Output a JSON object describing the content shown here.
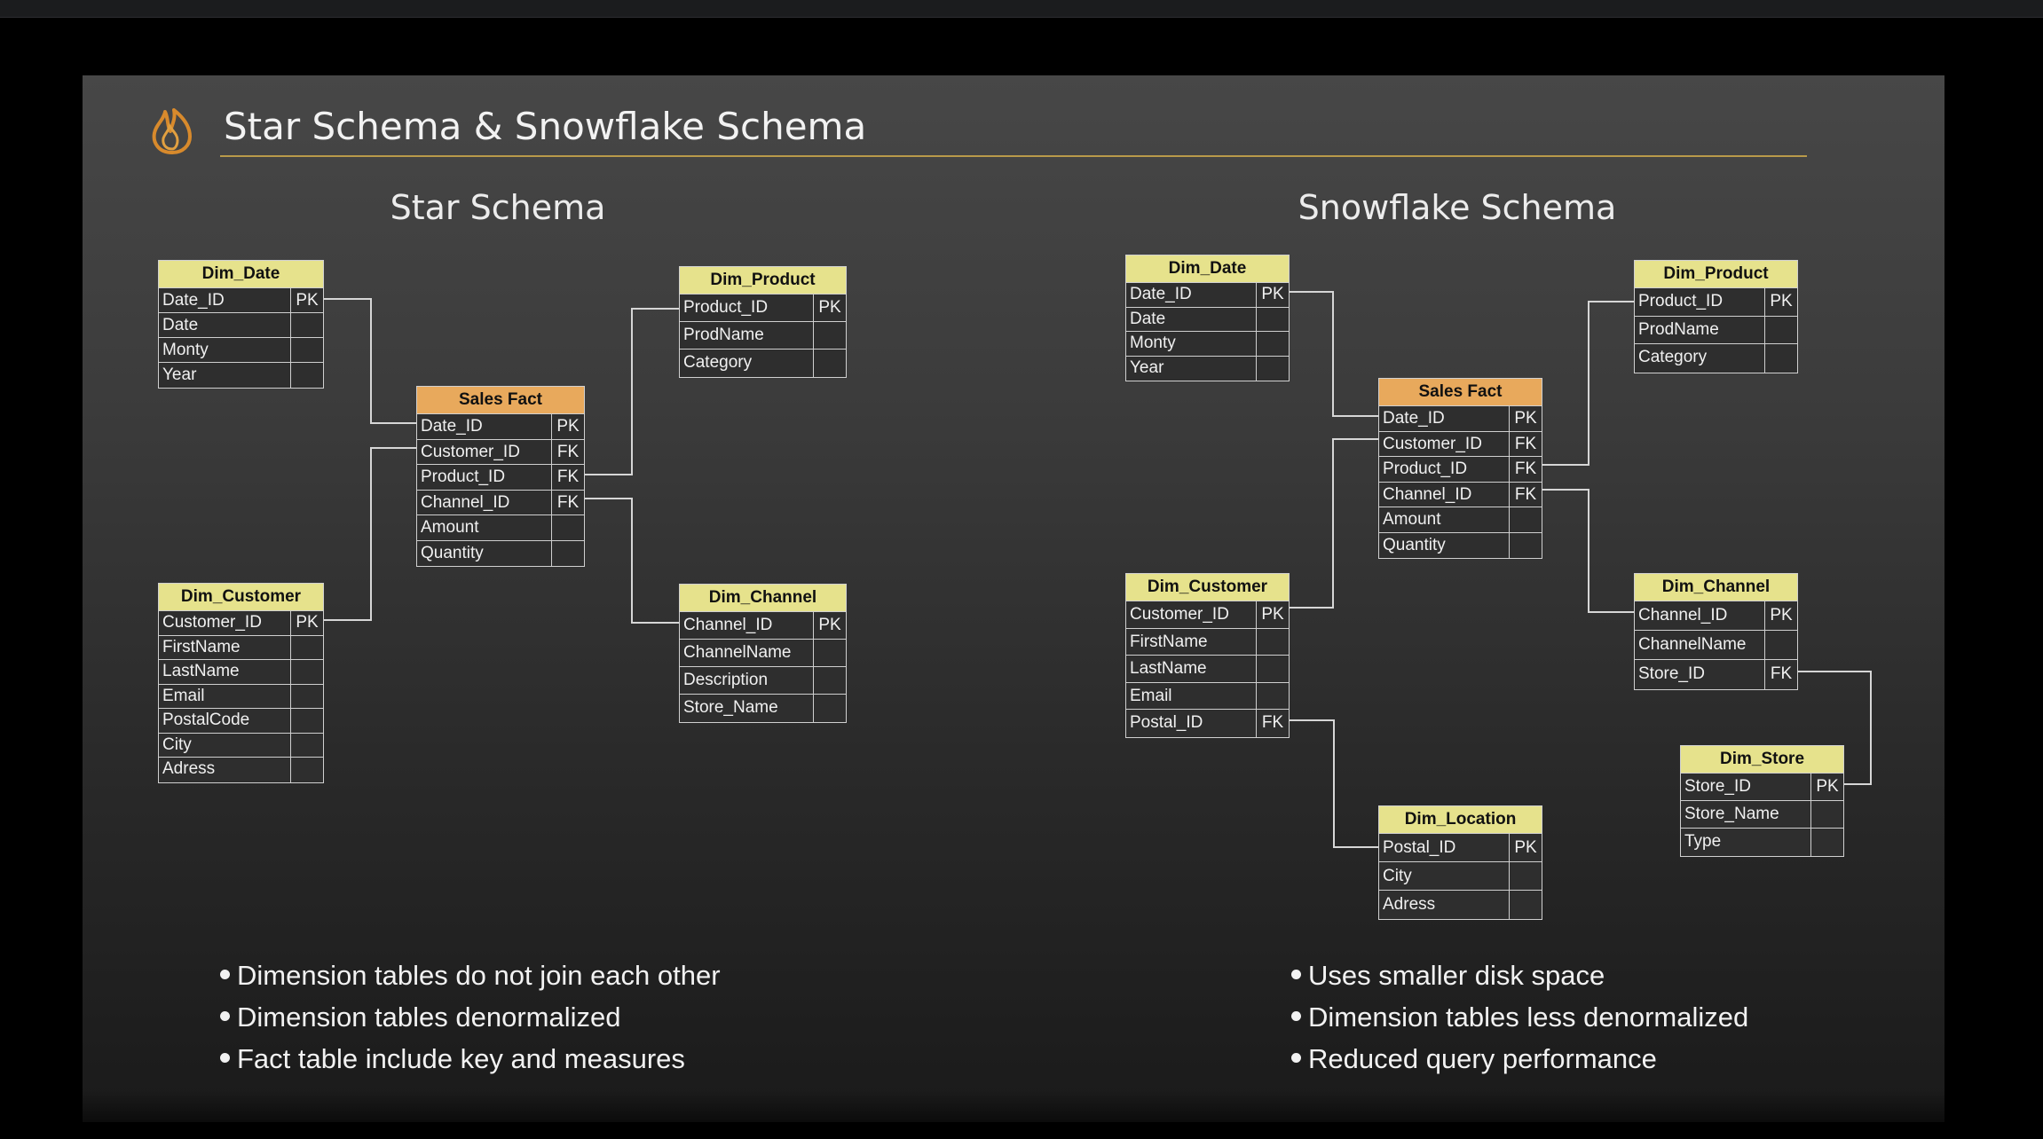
{
  "slide": {
    "title": "Star Schema & Snowflake Schema",
    "accent_color": "#b89a4a",
    "logo_icon": "flame-logo-icon"
  },
  "star": {
    "title": "Star Schema",
    "tables": [
      {
        "id": "dim_date",
        "name": "Dim_Date",
        "kind": "dimension",
        "rows": [
          {
            "field": "Date_ID",
            "key": "PK"
          },
          {
            "field": "Date",
            "key": ""
          },
          {
            "field": "Monty",
            "key": ""
          },
          {
            "field": "Year",
            "key": ""
          }
        ]
      },
      {
        "id": "sales_fact",
        "name": "Sales Fact",
        "kind": "fact",
        "rows": [
          {
            "field": "Date_ID",
            "key": "PK"
          },
          {
            "field": "Customer_ID",
            "key": "FK"
          },
          {
            "field": "Product_ID",
            "key": "FK"
          },
          {
            "field": "Channel_ID",
            "key": "FK"
          },
          {
            "field": "Amount",
            "key": ""
          },
          {
            "field": "Quantity",
            "key": ""
          }
        ]
      },
      {
        "id": "dim_product",
        "name": "Dim_Product",
        "kind": "dimension",
        "rows": [
          {
            "field": "Product_ID",
            "key": "PK"
          },
          {
            "field": "ProdName",
            "key": ""
          },
          {
            "field": "Category",
            "key": ""
          }
        ]
      },
      {
        "id": "dim_customer",
        "name": "Dim_Customer",
        "kind": "dimension",
        "rows": [
          {
            "field": "Customer_ID",
            "key": "PK"
          },
          {
            "field": "FirstName",
            "key": ""
          },
          {
            "field": "LastName",
            "key": ""
          },
          {
            "field": "Email",
            "key": ""
          },
          {
            "field": "PostalCode",
            "key": ""
          },
          {
            "field": "City",
            "key": ""
          },
          {
            "field": "Adress",
            "key": ""
          }
        ]
      },
      {
        "id": "dim_channel",
        "name": "Dim_Channel",
        "kind": "dimension",
        "rows": [
          {
            "field": "Channel_ID",
            "key": "PK"
          },
          {
            "field": "ChannelName",
            "key": ""
          },
          {
            "field": "Description",
            "key": ""
          },
          {
            "field": "Store_Name",
            "key": ""
          }
        ]
      }
    ],
    "bullets": [
      "Dimension tables do not join each other",
      "Dimension tables denormalized",
      "Fact table include key and measures"
    ]
  },
  "snowflake": {
    "title": "Snowflake Schema",
    "tables": [
      {
        "id": "dim_date",
        "name": "Dim_Date",
        "kind": "dimension",
        "rows": [
          {
            "field": "Date_ID",
            "key": "PK"
          },
          {
            "field": "Date",
            "key": ""
          },
          {
            "field": "Monty",
            "key": ""
          },
          {
            "field": "Year",
            "key": ""
          }
        ]
      },
      {
        "id": "sales_fact",
        "name": "Sales Fact",
        "kind": "fact",
        "rows": [
          {
            "field": "Date_ID",
            "key": "PK"
          },
          {
            "field": "Customer_ID",
            "key": "FK"
          },
          {
            "field": "Product_ID",
            "key": "FK"
          },
          {
            "field": "Channel_ID",
            "key": "FK"
          },
          {
            "field": "Amount",
            "key": ""
          },
          {
            "field": "Quantity",
            "key": ""
          }
        ]
      },
      {
        "id": "dim_product",
        "name": "Dim_Product",
        "kind": "dimension",
        "rows": [
          {
            "field": "Product_ID",
            "key": "PK"
          },
          {
            "field": "ProdName",
            "key": ""
          },
          {
            "field": "Category",
            "key": ""
          }
        ]
      },
      {
        "id": "dim_customer",
        "name": "Dim_Customer",
        "kind": "dimension",
        "rows": [
          {
            "field": "Customer_ID",
            "key": "PK"
          },
          {
            "field": "FirstName",
            "key": ""
          },
          {
            "field": "LastName",
            "key": ""
          },
          {
            "field": "Email",
            "key": ""
          },
          {
            "field": "Postal_ID",
            "key": "FK"
          }
        ]
      },
      {
        "id": "dim_channel",
        "name": "Dim_Channel",
        "kind": "dimension",
        "rows": [
          {
            "field": "Channel_ID",
            "key": "PK"
          },
          {
            "field": "ChannelName",
            "key": ""
          },
          {
            "field": "Store_ID",
            "key": "FK"
          }
        ]
      },
      {
        "id": "dim_store",
        "name": "Dim_Store",
        "kind": "dimension",
        "rows": [
          {
            "field": "Store_ID",
            "key": "PK"
          },
          {
            "field": "Store_Name",
            "key": ""
          },
          {
            "field": "Type",
            "key": ""
          }
        ]
      },
      {
        "id": "dim_location",
        "name": "Dim_Location",
        "kind": "dimension",
        "rows": [
          {
            "field": "Postal_ID",
            "key": "PK"
          },
          {
            "field": "City",
            "key": ""
          },
          {
            "field": "Adress",
            "key": ""
          }
        ]
      }
    ],
    "bullets": [
      "Uses smaller disk space",
      "Dimension tables less denormalized",
      "Reduced query performance"
    ]
  },
  "colors": {
    "dimension_header": "#e6e28c",
    "fact_header": "#e8a95c",
    "table_border": "#d0d0d0",
    "connector": "#d6d6d6"
  }
}
